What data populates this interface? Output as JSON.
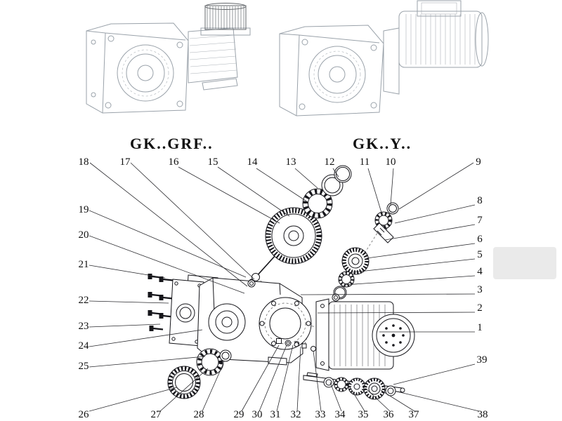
{
  "titles": {
    "left": "GK..GRF..",
    "right": "GK..Y.."
  },
  "callouts": {
    "n1": "1",
    "n2": "2",
    "n3": "3",
    "n4": "4",
    "n5": "5",
    "n6": "6",
    "n7": "7",
    "n8": "8",
    "n9": "9",
    "n10": "10",
    "n11": "11",
    "n12": "12",
    "n13": "13",
    "n14": "14",
    "n15": "15",
    "n16": "16",
    "n17": "17",
    "n18": "18",
    "n19": "19",
    "n20": "20",
    "n21": "21",
    "n22": "22",
    "n23": "23",
    "n24": "24",
    "n25": "25",
    "n26": "26",
    "n27": "27",
    "n28": "28",
    "n29": "29",
    "n30": "30",
    "n31": "31",
    "n32": "32",
    "n33": "33",
    "n34": "34",
    "n35": "35",
    "n36": "36",
    "n37": "37",
    "n38": "38",
    "n39": "39"
  }
}
